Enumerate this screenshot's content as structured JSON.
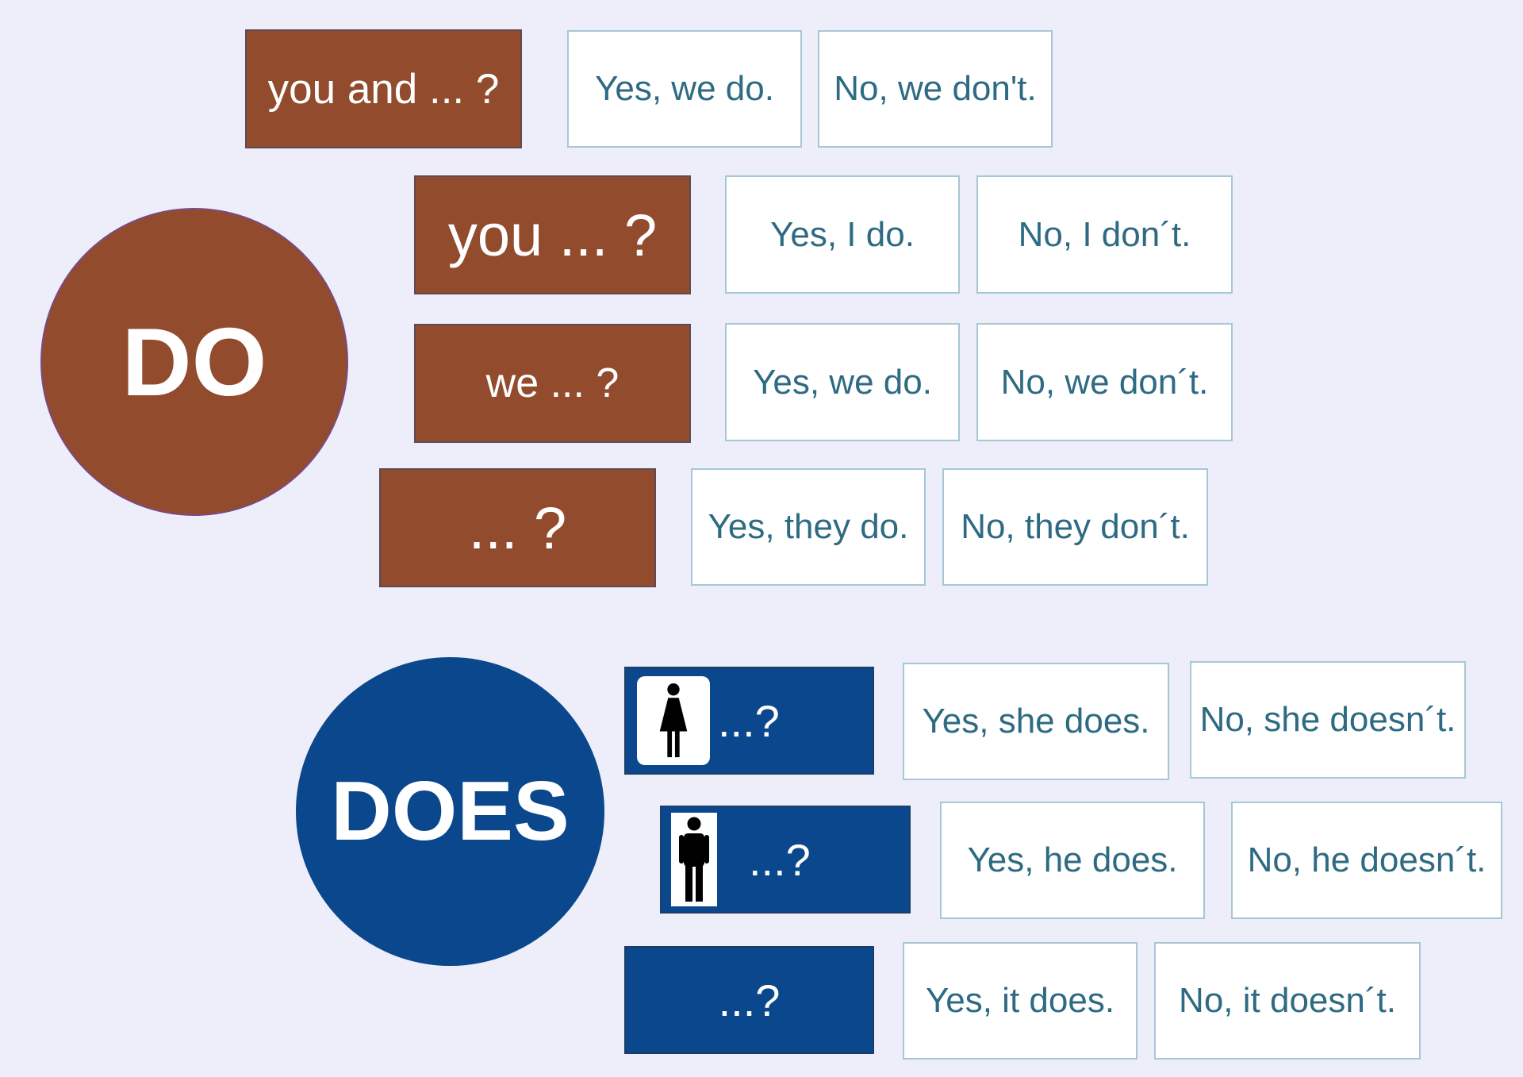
{
  "do": {
    "label": "DO",
    "rows": [
      {
        "question": "you and ... ?",
        "yes": "Yes, we do.",
        "no": "No, we don't."
      },
      {
        "question": "you ... ?",
        "yes": "Yes, I do.",
        "no": "No, I don´t."
      },
      {
        "question": "we ... ?",
        "yes": "Yes, we do.",
        "no": "No, we don´t."
      },
      {
        "question": "... ?",
        "yes": "Yes, they do.",
        "no": "No, they don´t."
      }
    ]
  },
  "does": {
    "label": "DOES",
    "rows": [
      {
        "icon": "woman-icon",
        "question": "...?",
        "yes": "Yes, she does.",
        "no": "No, she doesn´t."
      },
      {
        "icon": "man-icon",
        "question": "...?",
        "yes": "Yes, he does.",
        "no": "No, he doesn´t."
      },
      {
        "question": "...?",
        "yes": "Yes, it does.",
        "no": "No, it doesn´t."
      }
    ]
  },
  "colors": {
    "background": "#eeedfa",
    "do_brown": "#924c2d",
    "does_blue": "#0b478c",
    "answer_text": "#2e6b83",
    "answer_border": "#a6c7d6"
  }
}
